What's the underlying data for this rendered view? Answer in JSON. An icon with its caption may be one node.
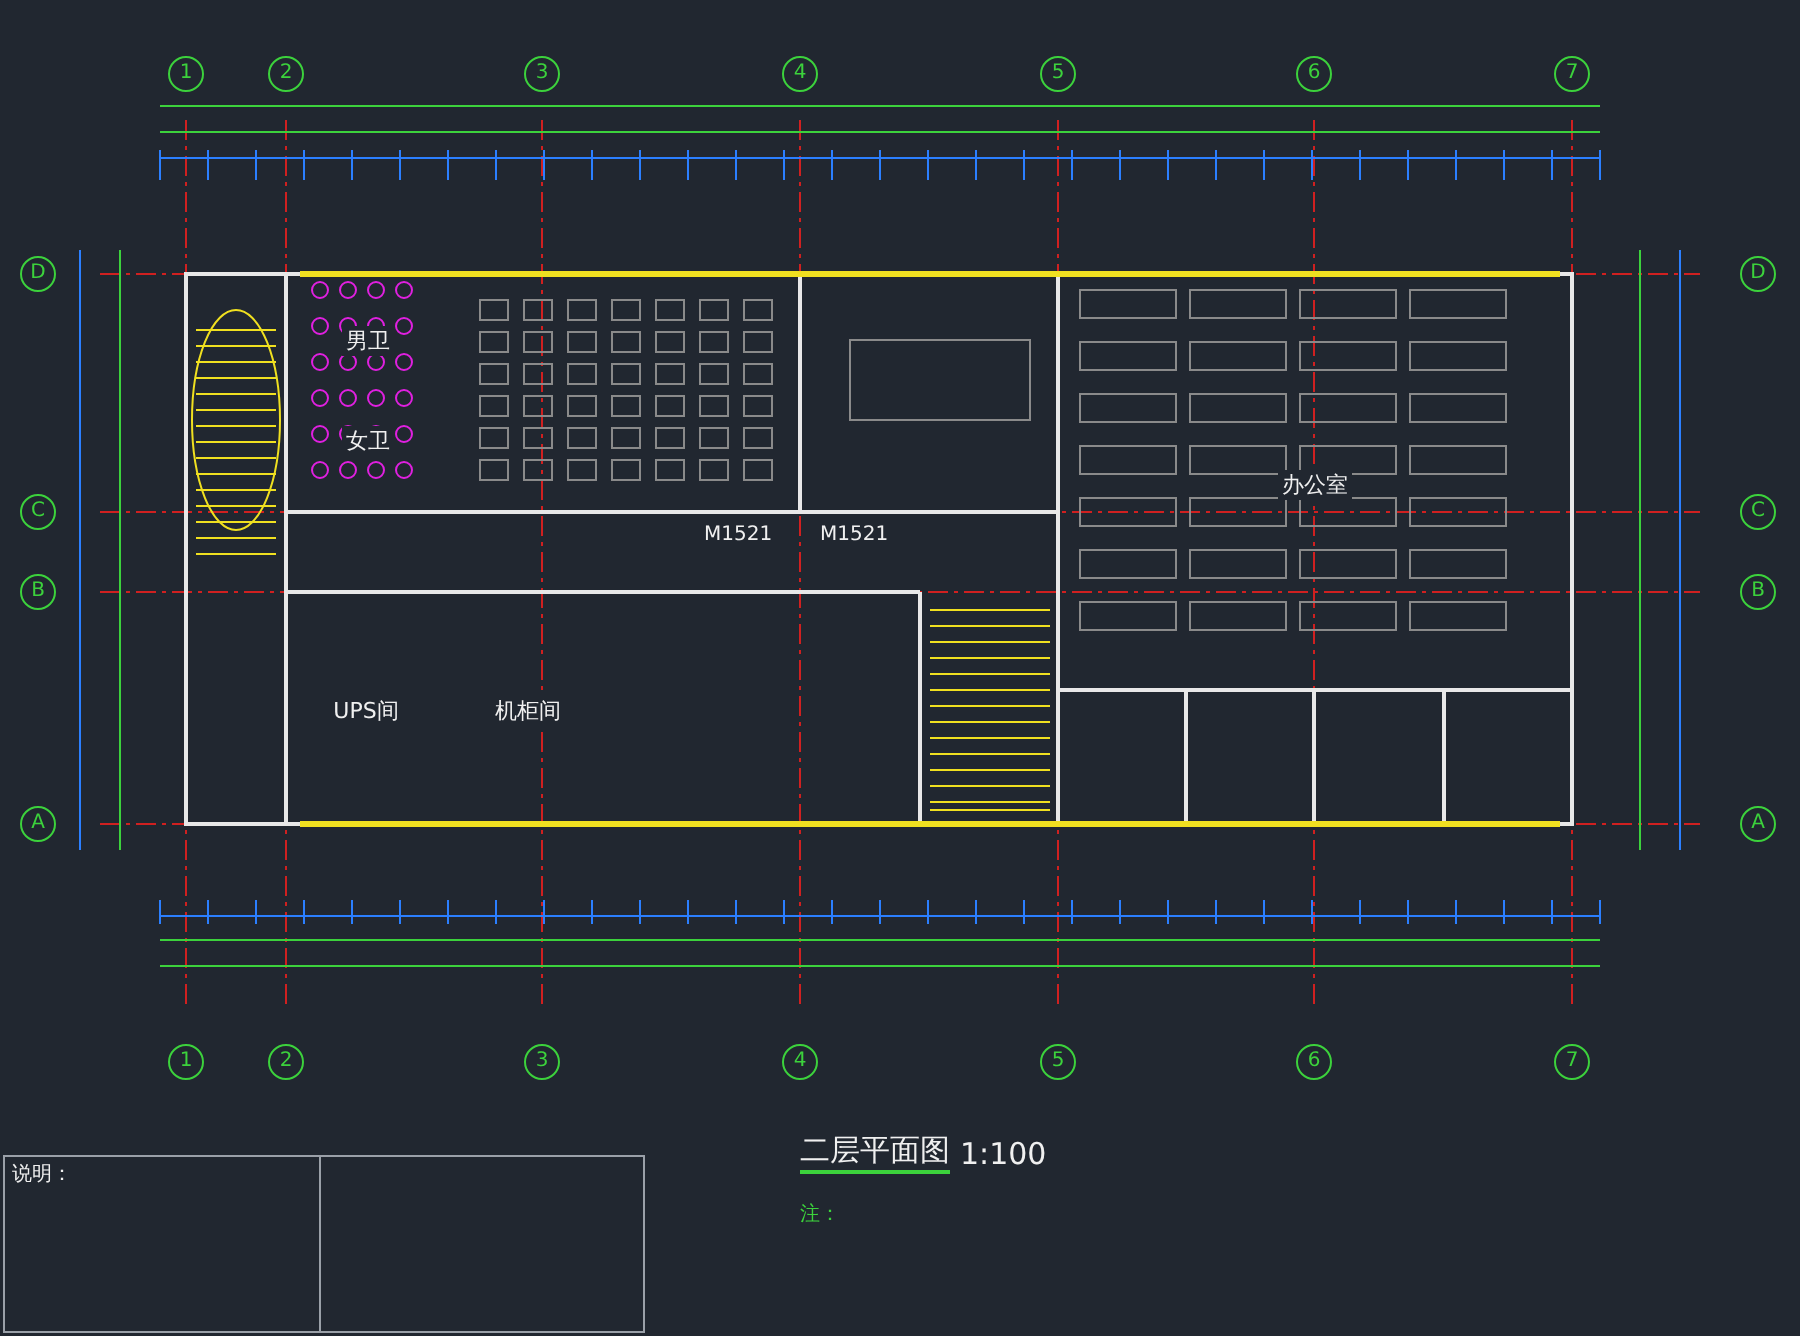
{
  "diagram": {
    "title": "二层平面图",
    "nodes": [
      {
        "text": [
          "男卫"
        ]
      },
      {
        "text": [
          "女卫"
        ]
      },
      {
        "text": [
          "UPS间"
        ]
      },
      {
        "text": [
          "机柜间"
        ]
      },
      {
        "text": [
          "办公室"
        ]
      }
    ],
    "labels": [
      "1",
      "2",
      "3",
      "4",
      "5",
      "6",
      "7",
      "D",
      "C",
      "B",
      "A",
      "D",
      "C",
      "B",
      "A",
      "1",
      "2",
      "3",
      "4",
      "5",
      "6",
      "7",
      "M1521",
      "M1521",
      "1:100",
      "说明：",
      "注："
    ]
  }
}
